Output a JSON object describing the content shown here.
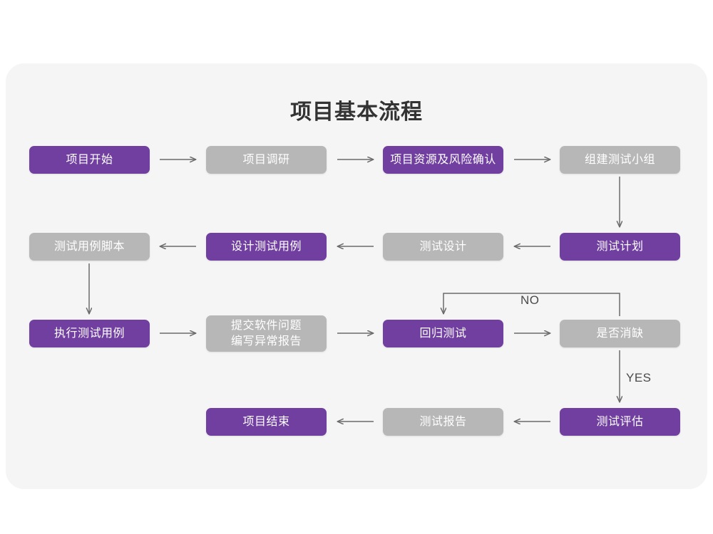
{
  "page": {
    "background": "#ffffff",
    "card_background": "#f5f5f5",
    "title": "项目基本流程",
    "colors": {
      "purple": "#703fa0",
      "gray": "#b7b7b7",
      "arrow": "#6b6b6b",
      "title_text": "#333333",
      "label_text": "#4a4a4a",
      "node_text": "#ffffff"
    }
  },
  "nodes": [
    {
      "id": "n1",
      "label": "项目开始",
      "style": "purple"
    },
    {
      "id": "n2",
      "label": "项目调研",
      "style": "gray"
    },
    {
      "id": "n3",
      "label": "项目资源及风险确认",
      "style": "purple"
    },
    {
      "id": "n4",
      "label": "组建测试小组",
      "style": "gray"
    },
    {
      "id": "n5",
      "label": "测试计划",
      "style": "purple"
    },
    {
      "id": "n6",
      "label": "测试设计",
      "style": "gray"
    },
    {
      "id": "n7",
      "label": "设计测试用例",
      "style": "purple"
    },
    {
      "id": "n8",
      "label": "测试用例脚本",
      "style": "gray"
    },
    {
      "id": "n9",
      "label": "执行测试用例",
      "style": "purple"
    },
    {
      "id": "n10",
      "label_line1": "提交软件问题",
      "label_line2": "编写异常报告",
      "style": "gray"
    },
    {
      "id": "n11",
      "label": "回归测试",
      "style": "purple"
    },
    {
      "id": "n12",
      "label": "是否消缺",
      "style": "gray"
    },
    {
      "id": "n13",
      "label": "测试评估",
      "style": "purple"
    },
    {
      "id": "n14",
      "label": "测试报告",
      "style": "gray"
    },
    {
      "id": "n15",
      "label": "项目结束",
      "style": "purple"
    }
  ],
  "edge_labels": {
    "no": "NO",
    "yes": "YES"
  }
}
